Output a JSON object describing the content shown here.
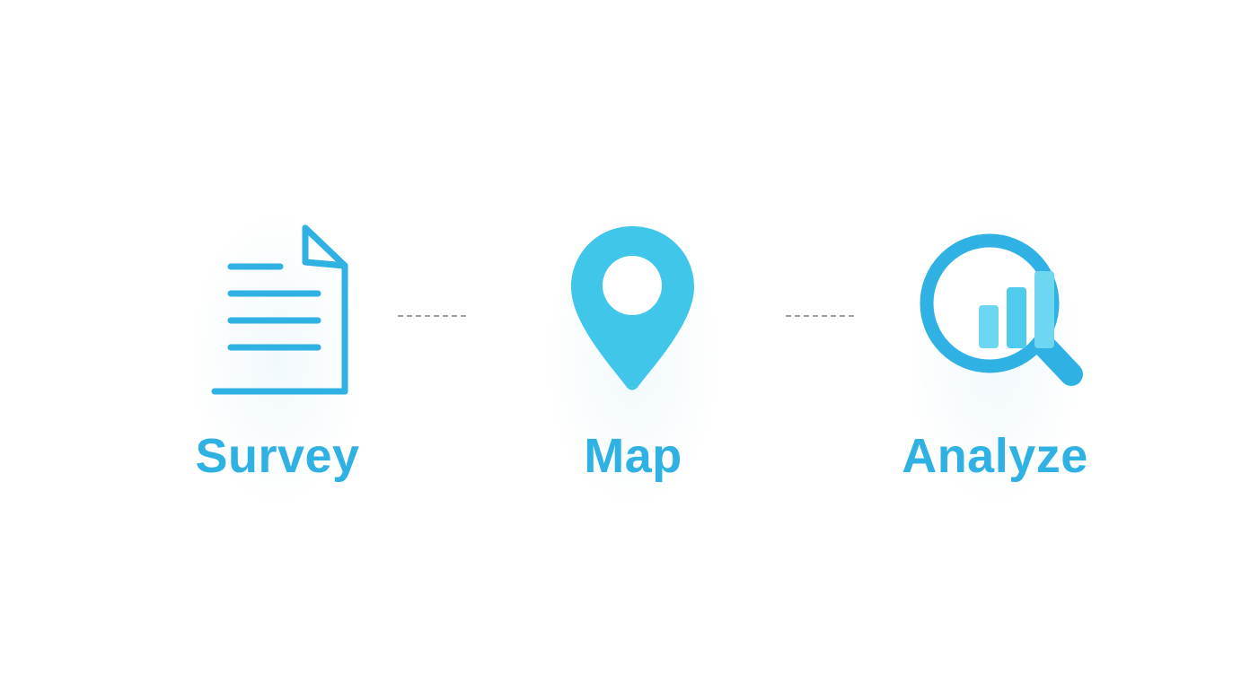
{
  "colors": {
    "accent": "#2fb1e3",
    "accent_light": "#3fc6e8",
    "connector": "#9aa0a6",
    "background": "#ffffff"
  },
  "steps": [
    {
      "label": "Survey",
      "icon": "document-icon"
    },
    {
      "label": "Map",
      "icon": "map-pin-icon"
    },
    {
      "label": "Analyze",
      "icon": "magnifier-chart-icon"
    }
  ]
}
